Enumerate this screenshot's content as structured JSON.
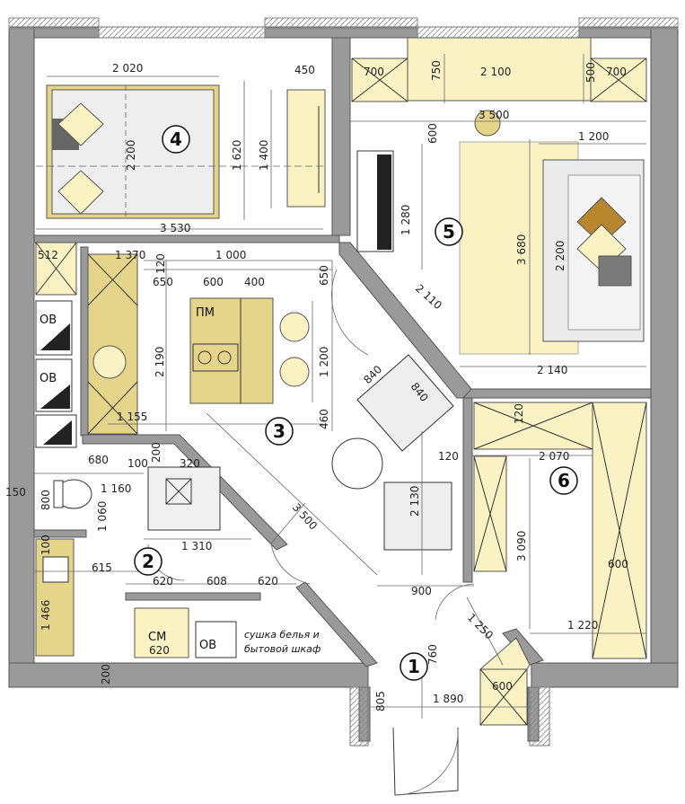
{
  "rooms": [
    "1",
    "2",
    "3",
    "4",
    "5",
    "6"
  ],
  "dimensions": {
    "bedroom_width": "2 020",
    "bed_length": "2 200",
    "bed_width_a": "1 620",
    "bed_width_b": "1 400",
    "wardrobe_depth": "450",
    "bedroom_len": "3 530",
    "lr_left": "700",
    "lr_mid": "2 100",
    "lr_right": "700",
    "lr_750": "750",
    "lr_500": "500",
    "table_dia": "3 500",
    "lr_600": "600",
    "sofa_1200": "1 200",
    "tv_1280": "1 280",
    "rug_3680": "3 680",
    "sofa_2200": "2 200",
    "diag_2110": "2 110",
    "lr_2140": "2 140",
    "k_512": "512",
    "k_1370": "1 370",
    "k_1000": "1 000",
    "k_120": "120",
    "k_650a": "650",
    "k_600": "600",
    "k_400": "400",
    "k_650b": "650",
    "k_2190": "2 190",
    "k_1200": "1 200",
    "k_460": "460",
    "k_1155": "1 155",
    "k_840a": "840",
    "k_840b": "840",
    "k_3500": "3 500",
    "k_2130": "2 130",
    "b_680": "680",
    "b_100": "100",
    "b_200": "200",
    "b_320": "320",
    "b_150": "150",
    "b_800": "800",
    "b_1160": "1 160",
    "b_1060": "1 060",
    "b_1310": "1 310",
    "b_100b": "100",
    "b_615": "615",
    "b_1466": "1 466",
    "b_620a": "620",
    "b_608": "608",
    "b_620b": "620",
    "b_620c": "620",
    "b_200b": "200",
    "r6_120a": "120",
    "r6_120b": "120",
    "r6_2070": "2 070",
    "r6_3090": "3 090",
    "r6_600": "600",
    "r6_1220": "1 220",
    "h_900": "900",
    "h_1250": "1 250",
    "h_760": "760",
    "h_805": "805",
    "h_1890": "1 890",
    "h_600": "600"
  },
  "labels": {
    "pm": "ПМ",
    "ov1": "ОВ",
    "ov2": "ОВ",
    "ov3": "ОВ",
    "sm": "СМ",
    "note_line1": "сушка белья и",
    "note_line2": "бытовой шкаф"
  }
}
